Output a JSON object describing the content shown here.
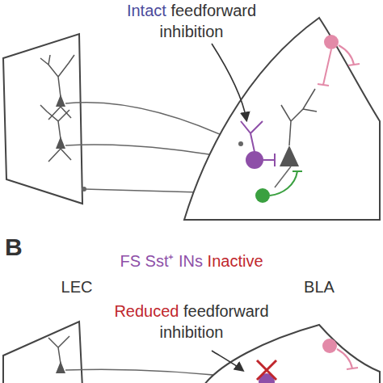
{
  "diagram": {
    "labels": [
      "Intact",
      "feedforward inhibition",
      "B",
      "FS Sst⁺ INs",
      "Inactive",
      "LEC",
      "BLA",
      "Reduced",
      "feedforward inhibition"
    ]
  }
}
